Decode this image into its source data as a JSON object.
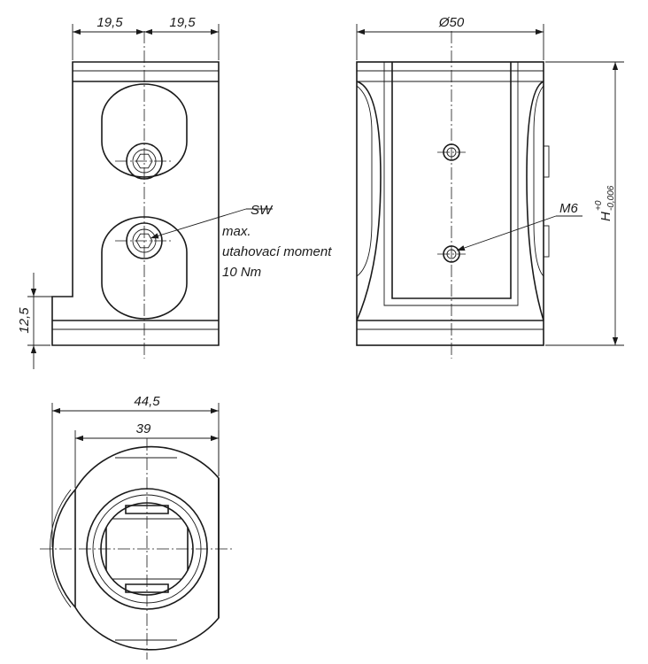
{
  "dimensions": {
    "front_left_half": "19,5",
    "front_right_half": "19,5",
    "side_diameter": "Ø50",
    "side_height_symbol": "H",
    "side_height_tol_upper": "+0",
    "side_height_tol_lower": "-0,006",
    "front_base_height": "12,5",
    "bottom_outer_width": "44,5",
    "bottom_inner_width": "39"
  },
  "labels": {
    "thread": "M6",
    "wrench_size": "SW",
    "torque_line1": "max.",
    "torque_line2": "utahovací moment",
    "torque_line3": "10 Nm"
  }
}
